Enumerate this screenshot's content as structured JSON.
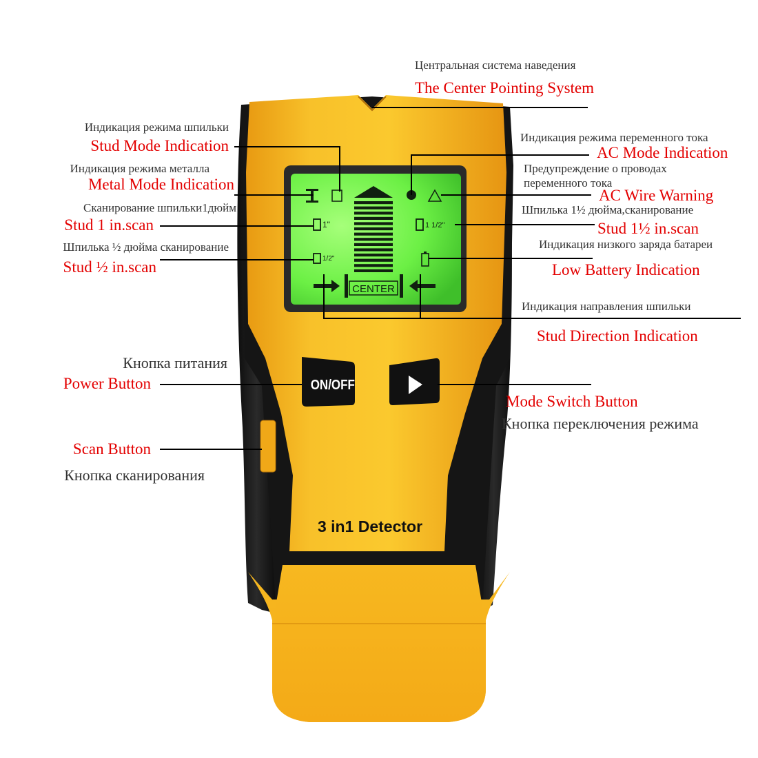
{
  "product": {
    "name": "3 in1 Detector",
    "on_off_label": "ON/OFF",
    "screen_center_label": "CENTER",
    "stud_1in_icon_text": "1\"",
    "stud_half_icon_text": "1/2\"",
    "stud_1half_icon_text": "1 1/2\""
  },
  "labels": {
    "center_pointing_ru": "Центральная система наведения",
    "center_pointing_en": "The Center Pointing System",
    "stud_mode_ru": "Индикация режима шпильки",
    "stud_mode_en": "Stud Mode Indication",
    "metal_mode_ru": "Индикация режима металла",
    "metal_mode_en": "Metal Mode Indication",
    "stud_1in_ru": "Сканирование шпильки1дюйм",
    "stud_1in_en": "Stud 1 in.scan",
    "stud_half_ru": "Шпилька ½ дюйма сканирование",
    "stud_half_en": "Stud ½ in.scan",
    "ac_mode_ru": "Индикация режима  переменного тока",
    "ac_mode_en": "AC Mode Indication",
    "ac_warning_ru_1": "Предупреждение о проводах",
    "ac_warning_ru_2": "переменного тока",
    "ac_warning_en": "AC Wire Warning",
    "stud_1half_ru": "Шпилька 1½ дюйма,сканирование",
    "stud_1half_en": "Stud 1½ in.scan",
    "low_battery_ru": "Индикация низкого заряда батареи",
    "low_battery_en": "Low Battery Indication",
    "stud_direction_ru": "Индикация направления шпильки",
    "stud_direction_en": "Stud Direction Indication",
    "power_ru": "Кнопка питания",
    "power_en": "Power Button",
    "mode_switch_en": "Mode Switch Button",
    "mode_switch_ru": "Кнопка переключения режима",
    "scan_en": "Scan Button",
    "scan_ru": "Кнопка сканирования"
  },
  "colors": {
    "english_label": "#e30000",
    "russian_label": "#333333",
    "body_yellow": "#f5b21c",
    "housing_black": "#1c1c1c",
    "screen_green": "#7dff55",
    "leader_line": "#000000"
  }
}
